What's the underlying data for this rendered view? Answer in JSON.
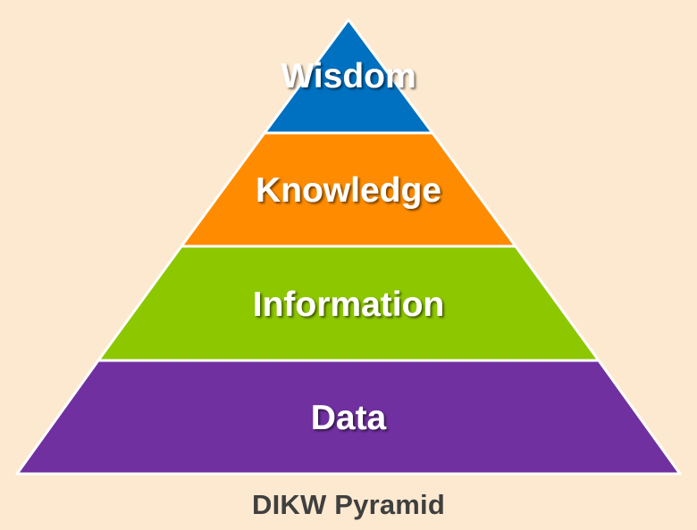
{
  "title": "DIKW Pyramid",
  "levels": [
    {
      "label": "Wisdom",
      "color": "#0070C0"
    },
    {
      "label": "Knowledge",
      "color": "#FF8C00"
    },
    {
      "label": "Information",
      "color": "#8DC700"
    },
    {
      "label": "Data",
      "color": "#7030A0"
    }
  ],
  "background_color": "#FDE9D0",
  "label_color": "#FFFFFF",
  "caption_color": "#3F3F3F"
}
